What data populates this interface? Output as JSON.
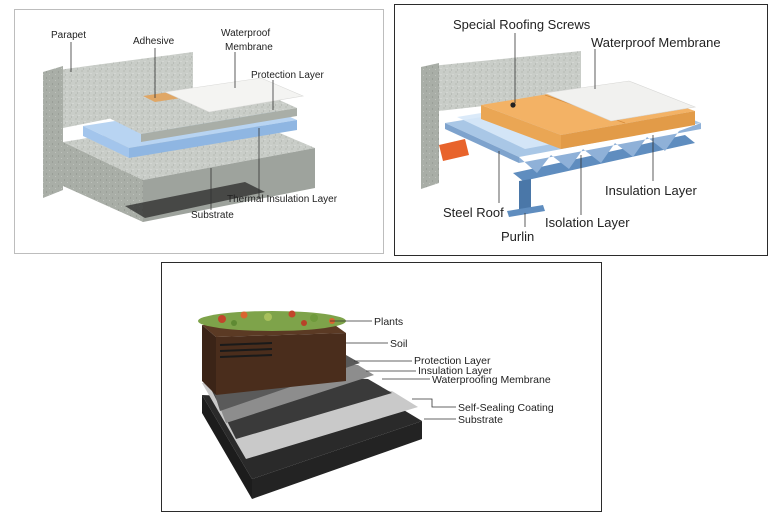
{
  "diagram1": {
    "labels": {
      "parapet": "Parapet",
      "adhesive": "Adhesive",
      "waterproof_membrane_line1": "Waterproof",
      "waterproof_membrane_line2": "Membrane",
      "protection_layer": "Protection Layer",
      "thermal_insulation_layer": "Thermal Insulation Layer",
      "substrate": "Substrate"
    }
  },
  "diagram2": {
    "labels": {
      "special_roofing_screws": "Special Roofing Screws",
      "waterproof_membrane": "Waterproof Membrane",
      "insulation_layer": "Insulation Layer",
      "steel_roof": "Steel Roof",
      "isolation_layer": "Isolation Layer",
      "purlin": "Purlin"
    }
  },
  "diagram3": {
    "labels": {
      "plants": "Plants",
      "soil": "Soil",
      "protection_layer": "Protection Layer",
      "insulation_layer": "Insulation Layer",
      "waterproofing_membrane": "Waterproofing Membrane",
      "self_sealing_coating": "Self-Sealing Coating",
      "substrate": "Substrate"
    }
  },
  "colors": {
    "concrete": "#c9cdc8",
    "concrete_dark": "#9ea39d",
    "substrate_dark": "#2a2a2a",
    "insulation_blue": "#b8d4f2",
    "insulation_orange": "#f3b265",
    "steel": "#a9c7e6",
    "soil": "#3b2417"
  }
}
